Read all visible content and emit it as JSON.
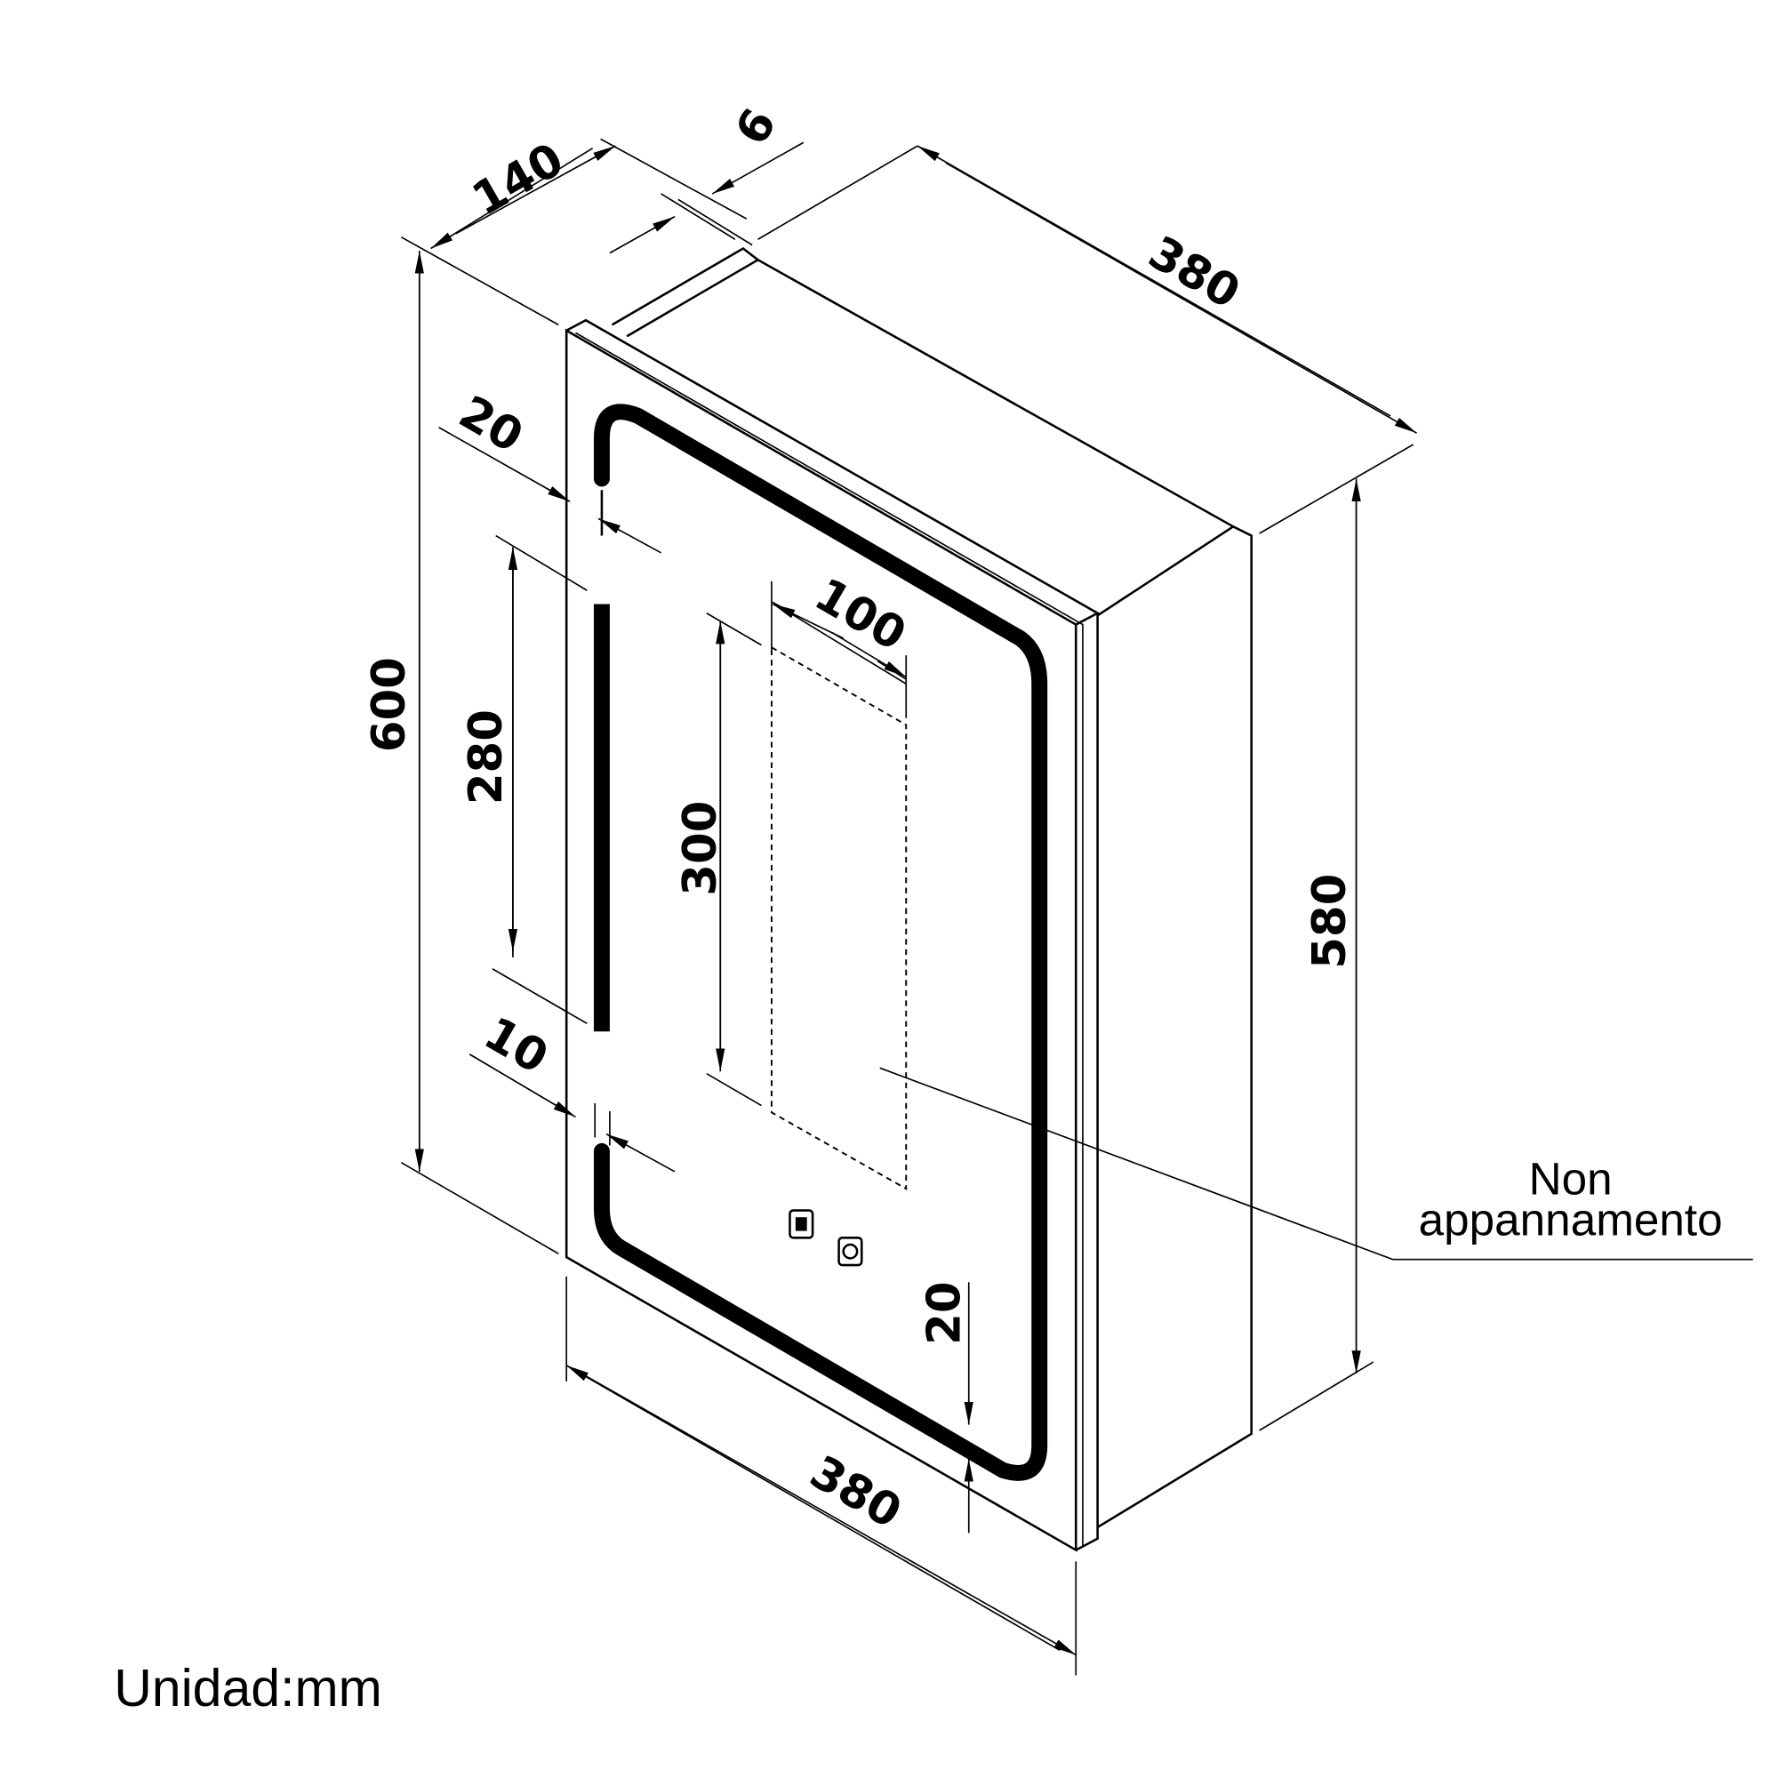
{
  "dimensions": {
    "depth": "140",
    "door_thickness": "6",
    "top_width": "380",
    "height": "600",
    "body_height": "580",
    "led_top_gap": "20",
    "led_side_length": "280",
    "defog_width": "100",
    "defog_height": "300",
    "led_gap": "10",
    "led_bottom_gap": "20",
    "bottom_width": "380"
  },
  "callout": {
    "line1": "Non",
    "line2": "appannamento"
  },
  "unit_label": "Unidad:mm",
  "icons": [
    "light-touch-icon",
    "defog-touch-icon"
  ]
}
